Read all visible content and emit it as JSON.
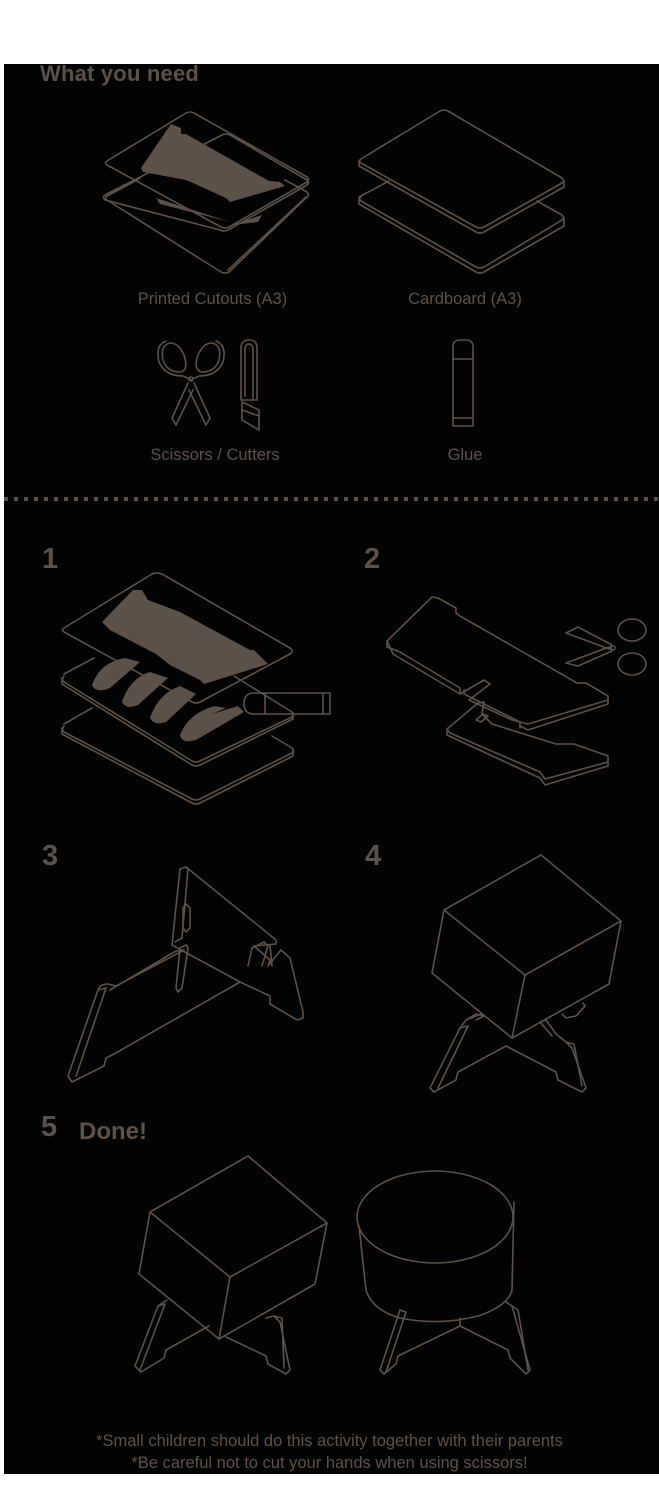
{
  "colors": {
    "background": "#030303",
    "ink": "#5c5148",
    "page": "#ffffff"
  },
  "needs": {
    "title": "What you need",
    "items": [
      {
        "label": "Printed Cutouts (A3)",
        "icon": "printed-cutouts-icon"
      },
      {
        "label": "Cardboard (A3)",
        "icon": "cardboard-sheets-icon"
      },
      {
        "label": "Scissors / Cutters",
        "icon": "scissors-cutter-icon"
      },
      {
        "label": "Glue",
        "icon": "glue-stick-icon"
      }
    ]
  },
  "steps": [
    {
      "number": "1",
      "illustration": "glue-cutouts-onto-cardboard"
    },
    {
      "number": "2",
      "illustration": "cut-out-pieces-with-scissors"
    },
    {
      "number": "3",
      "illustration": "slot-legs-together"
    },
    {
      "number": "4",
      "illustration": "place-box-on-stand"
    },
    {
      "number": "5",
      "title": "Done!",
      "illustration": "finished-stands-with-box-and-round-pot"
    }
  ],
  "notes": [
    "*Small children should do this activity together with their parents",
    "*Be careful not to cut your hands when using scissors!"
  ]
}
